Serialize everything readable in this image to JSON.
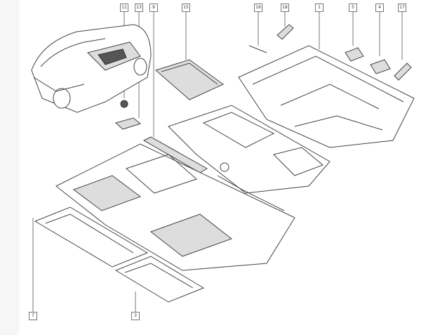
{
  "diagram": {
    "title": "Floor covering exploded parts view",
    "callouts": [
      {
        "id": "c11",
        "label": "11"
      },
      {
        "id": "c13",
        "label": "13"
      },
      {
        "id": "c9",
        "label": "9"
      },
      {
        "id": "c15",
        "label": "15"
      },
      {
        "id": "c16",
        "label": "16"
      },
      {
        "id": "c18",
        "label": "18"
      },
      {
        "id": "c1",
        "label": "1"
      },
      {
        "id": "c5",
        "label": "5"
      },
      {
        "id": "c4",
        "label": "4"
      },
      {
        "id": "c17",
        "label": "17"
      },
      {
        "id": "c7",
        "label": "7"
      },
      {
        "id": "c3",
        "label": "3"
      }
    ]
  }
}
